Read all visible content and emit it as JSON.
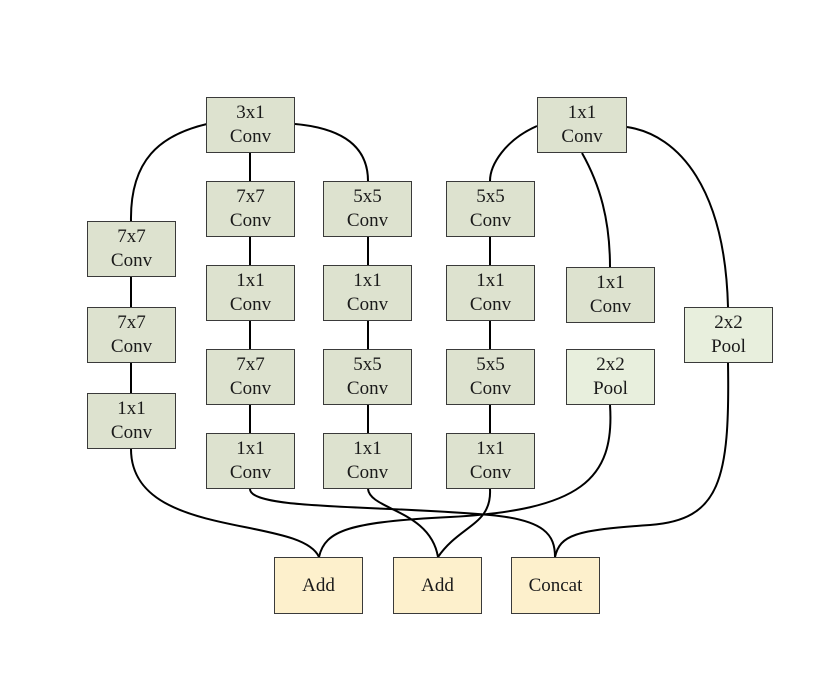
{
  "colors": {
    "conv": "#dde2cf",
    "pool": "#e8efdd",
    "merge": "#fdf0cc",
    "edge": "#000000"
  },
  "nodes": {
    "b1_top": {
      "line1": "3x1",
      "line2": "Conv"
    },
    "b1_l1": {
      "line1": "7x7",
      "line2": "Conv"
    },
    "b1_l2": {
      "line1": "7x7",
      "line2": "Conv"
    },
    "b1_l3": {
      "line1": "1x1",
      "line2": "Conv"
    },
    "b1_m1": {
      "line1": "7x7",
      "line2": "Conv"
    },
    "b1_m2": {
      "line1": "1x1",
      "line2": "Conv"
    },
    "b1_m3": {
      "line1": "7x7",
      "line2": "Conv"
    },
    "b1_m4": {
      "line1": "1x1",
      "line2": "Conv"
    },
    "b1_r1": {
      "line1": "5x5",
      "line2": "Conv"
    },
    "b1_r2": {
      "line1": "1x1",
      "line2": "Conv"
    },
    "b1_r3": {
      "line1": "5x5",
      "line2": "Conv"
    },
    "b1_r4": {
      "line1": "1x1",
      "line2": "Conv"
    },
    "b2_top": {
      "line1": "1x1",
      "line2": "Conv"
    },
    "b2_l1": {
      "line1": "5x5",
      "line2": "Conv"
    },
    "b2_l2": {
      "line1": "1x1",
      "line2": "Conv"
    },
    "b2_l3": {
      "line1": "5x5",
      "line2": "Conv"
    },
    "b2_l4": {
      "line1": "1x1",
      "line2": "Conv"
    },
    "b2_m1": {
      "line1": "1x1",
      "line2": "Conv"
    },
    "b2_m2": {
      "line1": "2x2",
      "line2": "Pool"
    },
    "b2_r1": {
      "line1": "2x2",
      "line2": "Pool"
    },
    "add1": {
      "label": "Add"
    },
    "add2": {
      "label": "Add"
    },
    "concat": {
      "label": "Concat"
    }
  }
}
